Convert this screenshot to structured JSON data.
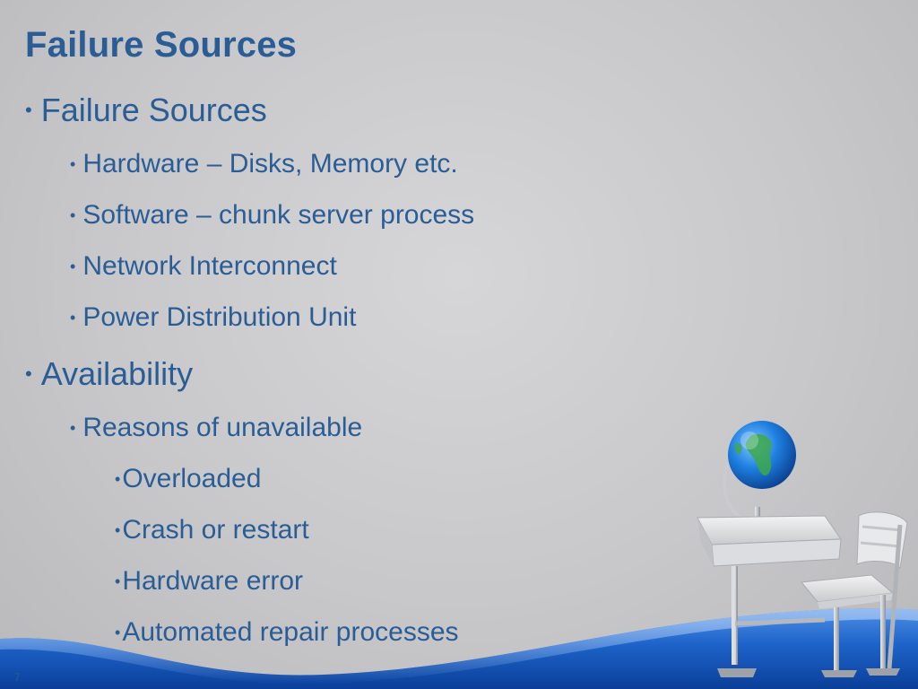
{
  "slide": {
    "title": "Failure Sources",
    "page_number": "7",
    "bullets": [
      {
        "level": 1,
        "text": "Failure Sources"
      },
      {
        "level": 2,
        "text": "Hardware – Disks, Memory etc."
      },
      {
        "level": 2,
        "text": "Software – chunk server process"
      },
      {
        "level": 2,
        "text": "Network Interconnect"
      },
      {
        "level": 2,
        "text": "Power Distribution Unit"
      },
      {
        "level": 1,
        "text": "Availability"
      },
      {
        "level": 2,
        "text": "Reasons of unavailable"
      },
      {
        "level": 3,
        "text": "Overloaded"
      },
      {
        "level": 3,
        "text": "Crash or restart"
      },
      {
        "level": 3,
        "text": "Hardware error"
      },
      {
        "level": 3,
        "text": "Automated repair processes"
      }
    ],
    "bullet_glyph": "•"
  },
  "colors": {
    "text": "#2a5d96",
    "background": "#c8c8ca",
    "wave_blue": "#1d63c9"
  },
  "images": {
    "clipart": "school-desk-with-globe-icon"
  }
}
